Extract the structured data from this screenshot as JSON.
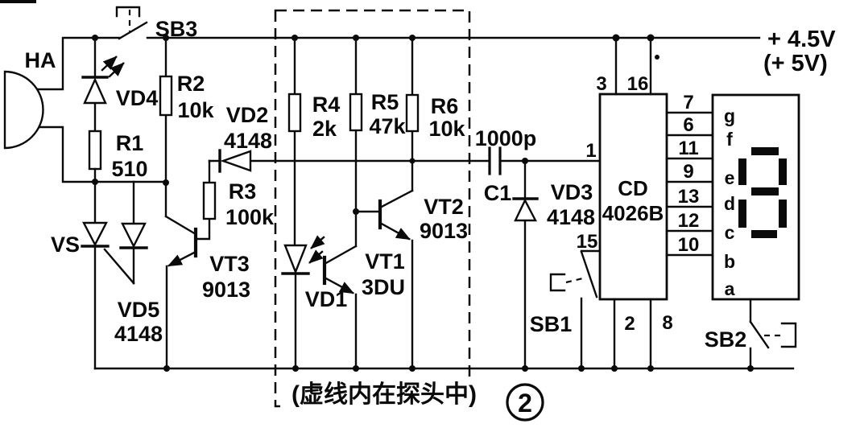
{
  "figure": {
    "caption": "(虚线内在探头中)",
    "number": "2",
    "power_line1": "+ 4.5V",
    "power_line2": "(+ 5V)"
  },
  "components": {
    "speaker": {
      "ref": "HA"
    },
    "resistors": {
      "r1": {
        "ref": "R1",
        "value": "510"
      },
      "r2": {
        "ref": "R2",
        "value": "10k"
      },
      "r3": {
        "ref": "R3",
        "value": "100k"
      },
      "r4": {
        "ref": "R4",
        "value": "2k"
      },
      "r5": {
        "ref": "R5",
        "value": "47k"
      },
      "r6": {
        "ref": "R6",
        "value": "10k"
      }
    },
    "capacitors": {
      "c1": {
        "ref": "C1",
        "value": "1000p"
      }
    },
    "diodes": {
      "vd1": {
        "ref": "VD1"
      },
      "vd2": {
        "ref": "VD2",
        "value": "4148"
      },
      "vd3": {
        "ref": "VD3",
        "value": "4148"
      },
      "vd4": {
        "ref": "VD4"
      },
      "vd5": {
        "ref": "VD5",
        "value": "4148"
      }
    },
    "thyristor": {
      "ref": "VS"
    },
    "transistors": {
      "vt1": {
        "ref": "VT1",
        "value": "3DU"
      },
      "vt2": {
        "ref": "VT2",
        "value": "9013"
      },
      "vt3": {
        "ref": "VT3",
        "value": "9013"
      }
    },
    "switches": {
      "sb1": {
        "ref": "SB1"
      },
      "sb2": {
        "ref": "SB2"
      },
      "sb3": {
        "ref": "SB3"
      }
    }
  },
  "ic": {
    "line1": "CD",
    "line2": "4026B",
    "pin_top_left": "3",
    "pin_top_right": "16",
    "pin_input": "1",
    "pin_reset": "15",
    "pin_bottom_left": "2",
    "pin_bottom_right": "8",
    "right_pins": [
      "7",
      "6",
      "11",
      "9",
      "13",
      "12",
      "10"
    ]
  },
  "display7seg": {
    "segment_labels": [
      "g",
      "f",
      "e",
      "d",
      "c",
      "b",
      "a"
    ]
  }
}
